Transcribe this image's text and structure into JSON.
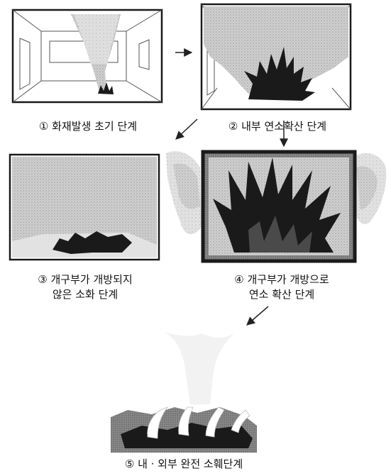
{
  "stages": [
    {
      "id": 1,
      "lines": [
        "① 화재발생 초기 단계"
      ]
    },
    {
      "id": 2,
      "lines": [
        "② 내부 연소확산 단계"
      ]
    },
    {
      "id": 3,
      "lines": [
        "③ 개구부가 개방되지",
        "않은 소화 단계"
      ]
    },
    {
      "id": 4,
      "lines": [
        "④ 개구부가 개방으로",
        "연소 확산 단계"
      ]
    },
    {
      "id": 5,
      "lines": [
        "⑤ 내 · 외부 완전 소훼단계"
      ]
    }
  ],
  "colors": {
    "smoke": "#c9c9c9",
    "smoke_dark": "#9a9a9a",
    "flame": "#1a1a1a",
    "frame": "#1a1a1a",
    "panel": "#ffffff"
  }
}
